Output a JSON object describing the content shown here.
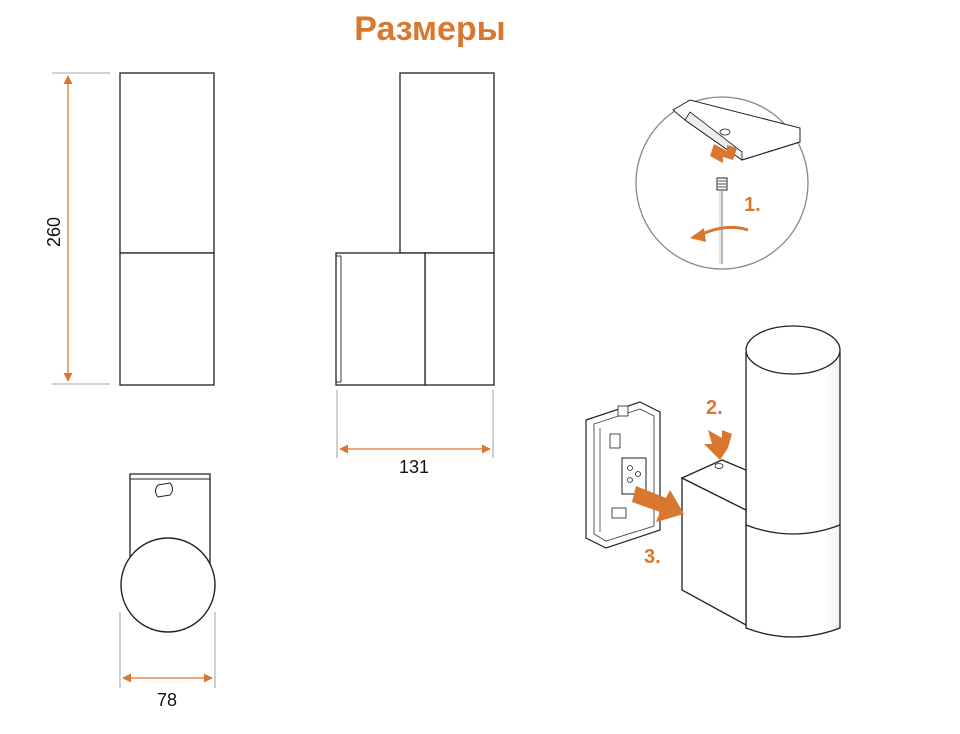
{
  "title": "Размеры",
  "dimensions": {
    "height": "260",
    "depth": "131",
    "width": "78"
  },
  "steps": {
    "step1": "1.",
    "step2": "2.",
    "step3": "3."
  },
  "colors": {
    "accent": "#d9772e",
    "line": "#222222",
    "detail": "#888888"
  }
}
